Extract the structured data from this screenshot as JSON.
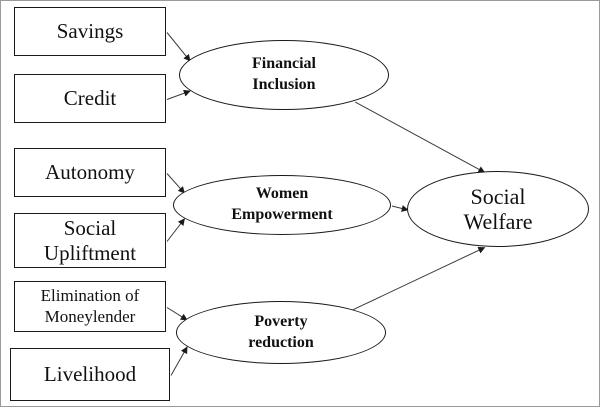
{
  "colors": {
    "line": "#3a3a3a",
    "border": "#1a1a1a",
    "frame": "#9a9a9a"
  },
  "diagram": {
    "inputs": [
      {
        "id": "savings",
        "label": "Savings",
        "target": "financial_inclusion"
      },
      {
        "id": "credit",
        "label": "Credit",
        "target": "financial_inclusion"
      },
      {
        "id": "autonomy",
        "label": "Autonomy",
        "target": "women_empowerment"
      },
      {
        "id": "social_upliftment",
        "label": "Social\nUpliftment",
        "target": "women_empowerment"
      },
      {
        "id": "elimination_moneylender",
        "label": "Elimination of\nMoneylender",
        "target": "poverty_reduction"
      },
      {
        "id": "livelihood",
        "label": "Livelihood",
        "target": "poverty_reduction"
      }
    ],
    "mediators": [
      {
        "id": "financial_inclusion",
        "label": "Financial\nInclusion",
        "target": "social_welfare"
      },
      {
        "id": "women_empowerment",
        "label": "Women\nEmpowerment",
        "target": "social_welfare"
      },
      {
        "id": "poverty_reduction",
        "label": "Poverty\nreduction",
        "target": "social_welfare"
      }
    ],
    "outcome": {
      "id": "social_welfare",
      "label": "Social\nWelfare"
    }
  }
}
